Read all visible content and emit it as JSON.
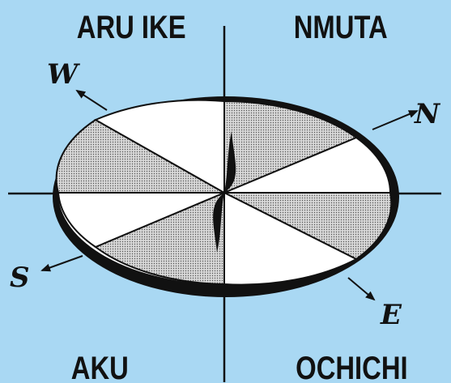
{
  "diagram": {
    "quadrants": {
      "top_left": "ARU IKE",
      "top_right": "NMUTA",
      "bottom_left": "AKU",
      "bottom_right": "OCHICHI"
    },
    "directions": {
      "north": "N",
      "west": "W",
      "south": "S",
      "east": "E"
    },
    "colors": {
      "background": "#a9d8f3",
      "ink": "#111111",
      "light_sector": "#ffffff",
      "shaded_sector": "#bcbcbc"
    }
  }
}
